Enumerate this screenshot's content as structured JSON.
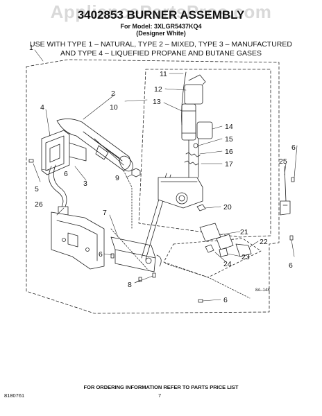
{
  "watermark": "AppliancePartsPros.com",
  "header": {
    "title": "3402853 BURNER ASSEMBLY",
    "model": "For Model: 3XLGR5437KQ4",
    "variant": "(Designer White)",
    "usage_line1": "USE WITH TYPE 1 – NATURAL, TYPE 2 – MIXED, TYPE 3 – MANUFACTURED",
    "usage_line2": "AND TYPE 4 – LIQUEFIED PROPANE AND BUTANE GASES"
  },
  "callouts": {
    "c1": "1",
    "c2": "2",
    "c3": "3",
    "c4": "4",
    "c5": "5",
    "c6a": "6",
    "c6b": "6",
    "c6c": "6",
    "c6d": "6",
    "c7": "7",
    "c8": "8",
    "c9": "9",
    "c10": "10",
    "c11": "11",
    "c12": "12",
    "c13": "13",
    "c14": "14",
    "c15": "15",
    "c16": "16",
    "c17": "17",
    "c20": "20",
    "c21": "21",
    "c22": "22",
    "c23": "23",
    "c24": "24",
    "c25": "25",
    "c26": "26"
  },
  "art_code": "8A–148",
  "footer": {
    "note": "FOR ORDERING INFORMATION REFER TO PARTS PRICE LIST",
    "doc_number": "8180761",
    "page_number": "7"
  }
}
